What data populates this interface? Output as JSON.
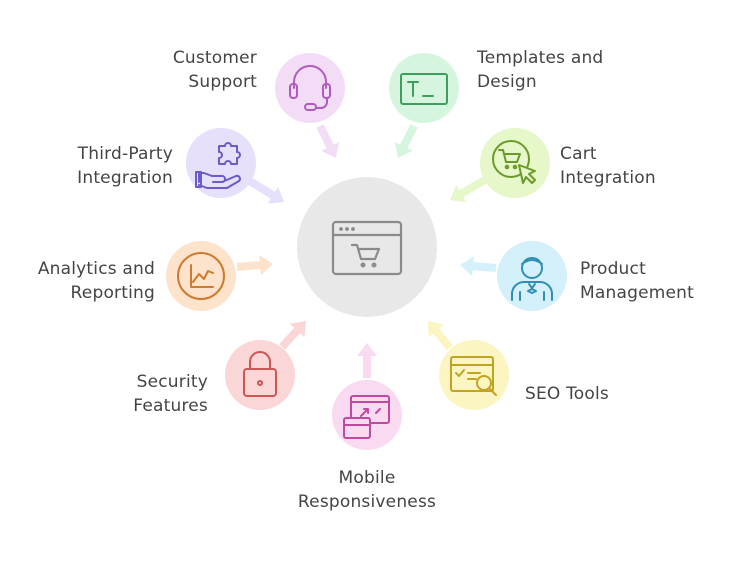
{
  "diagram": {
    "center": {
      "icon": "online-store-icon"
    },
    "features": [
      {
        "key": "customer-support",
        "lines": [
          "Customer",
          "Support"
        ],
        "icon": "headset-icon",
        "color": "#f3dcf6",
        "stroke": "#b15bc2"
      },
      {
        "key": "templates-design",
        "lines": [
          "Templates and",
          "Design"
        ],
        "icon": "template-icon",
        "color": "#d6f5df",
        "stroke": "#3e9e5c"
      },
      {
        "key": "cart-integration",
        "lines": [
          "Cart",
          "Integration"
        ],
        "icon": "cart-cursor-icon",
        "color": "#e6f7c9",
        "stroke": "#6b9a2a"
      },
      {
        "key": "product-management",
        "lines": [
          "Product",
          "Management"
        ],
        "icon": "manager-icon",
        "color": "#d3f0fb",
        "stroke": "#2f8fb3"
      },
      {
        "key": "seo-tools",
        "lines": [
          "SEO Tools"
        ],
        "icon": "seo-search-icon",
        "color": "#fbf5c2",
        "stroke": "#c2a321"
      },
      {
        "key": "mobile-responsiveness",
        "lines": [
          "Mobile",
          "Responsiveness"
        ],
        "icon": "responsive-devices-icon",
        "color": "#fadaf0",
        "stroke": "#c04b9e"
      },
      {
        "key": "security-features",
        "lines": [
          "Security",
          "Features"
        ],
        "icon": "padlock-icon",
        "color": "#fbd6d6",
        "stroke": "#cc5555"
      },
      {
        "key": "analytics-reporting",
        "lines": [
          "Analytics and",
          "Reporting"
        ],
        "icon": "line-chart-icon",
        "color": "#fde3cc",
        "stroke": "#cf7a2e"
      },
      {
        "key": "third-party-integration",
        "lines": [
          "Third-Party",
          "Integration"
        ],
        "icon": "puzzle-hand-icon",
        "color": "#e6e0fb",
        "stroke": "#6c5bc9"
      }
    ]
  }
}
